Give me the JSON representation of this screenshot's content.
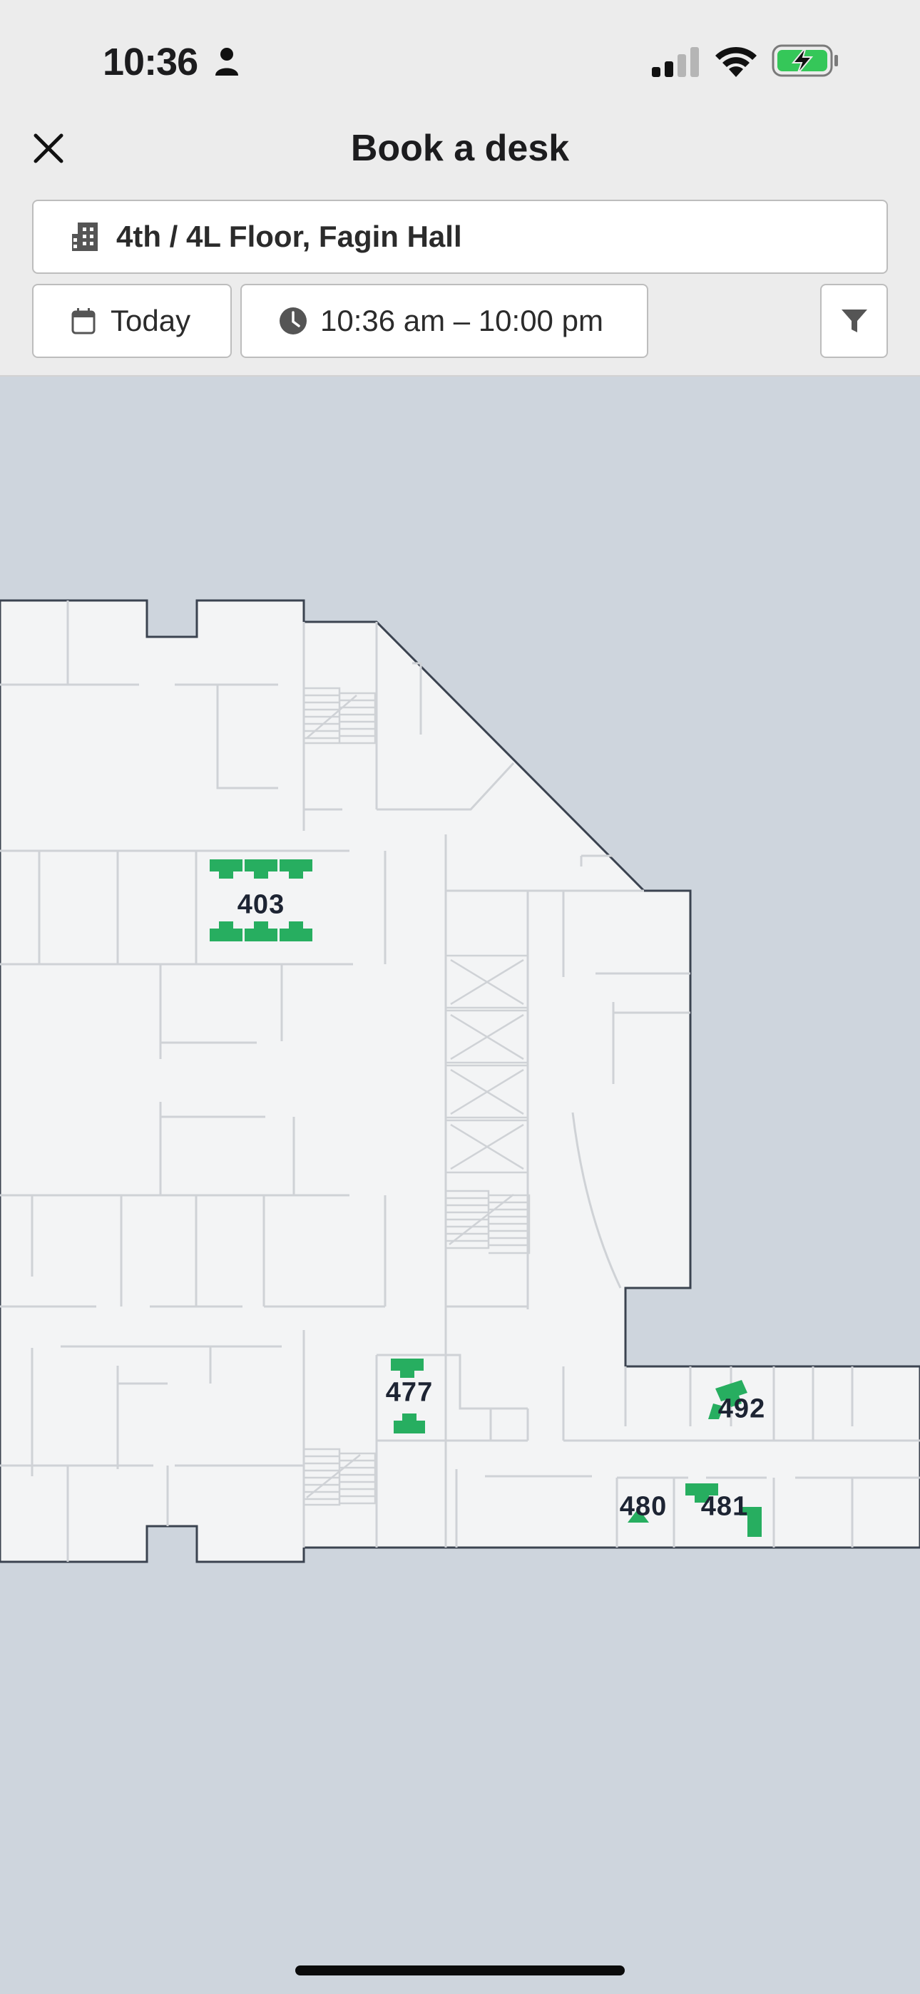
{
  "status_bar": {
    "time": "10:36"
  },
  "header": {
    "title": "Book a desk",
    "location": "4th / 4L Floor, Fagin Hall",
    "date": "Today",
    "time_range": "10:36 am – 10:00 pm"
  },
  "map": {
    "rooms": [
      "403",
      "477",
      "492",
      "480",
      "481"
    ]
  },
  "colors": {
    "desk_available": "#27ae60",
    "map_background": "#ced5dd",
    "floor_fill": "#f3f4f5"
  },
  "icons": [
    "close-icon",
    "building-icon",
    "calendar-icon",
    "clock-icon",
    "filter-icon",
    "person-icon",
    "signal-icon",
    "wifi-icon",
    "battery-charging-icon"
  ]
}
